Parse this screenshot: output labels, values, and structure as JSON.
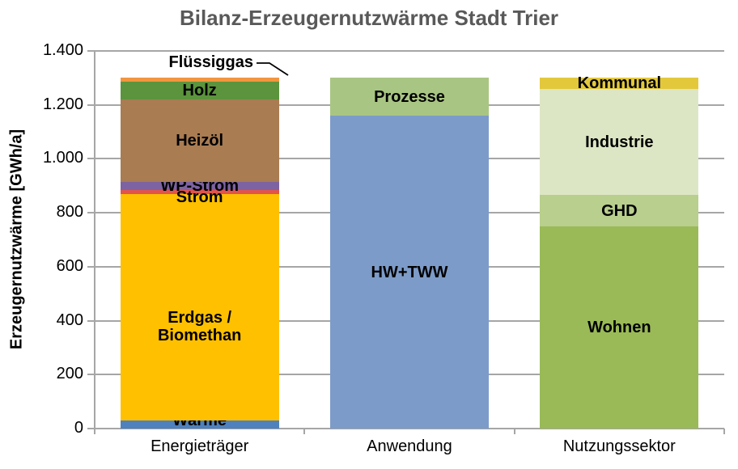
{
  "colors": {
    "background": "#FFFFFF",
    "title_text": "#595959",
    "axis_gray": "#A6A6A6",
    "label_text": "#000000"
  },
  "chart_data": {
    "type": "bar",
    "subtype": "stacked",
    "title": "Bilanz-Erzeugernutzwärme Stadt Trier",
    "ylabel": "Erzeugernutzwärme [GWh/a]",
    "xlabel": "",
    "unit": "GWh/a",
    "ylim": [
      0,
      1400
    ],
    "ytick_step": 200,
    "grid": true,
    "legend_position": "none (labels inside bars)",
    "yticks": [
      {
        "value": 0,
        "label": "0"
      },
      {
        "value": 200,
        "label": "200"
      },
      {
        "value": 400,
        "label": "400"
      },
      {
        "value": 600,
        "label": "600"
      },
      {
        "value": 800,
        "label": "800"
      },
      {
        "value": 1000,
        "label": "1.000"
      },
      {
        "value": 1200,
        "label": "1.200"
      },
      {
        "value": 1400,
        "label": "1.400"
      }
    ],
    "categories": [
      "Energieträger",
      "Anwendung",
      "Nutzungssektor"
    ],
    "bars": [
      {
        "category": "Energieträger",
        "total": 1300,
        "segments": [
          {
            "label": "Wärme",
            "value": 30,
            "color": "#4E81BD",
            "label_dy": -5
          },
          {
            "label": "Erdgas / Biomethan",
            "value": 840,
            "color": "#FFC000",
            "label_lines": [
              "Erdgas /",
              "Biomethan"
            ],
            "label_dy": 24
          },
          {
            "label": "Strom",
            "value": 15,
            "color": "#E2534D",
            "label_dy": 7
          },
          {
            "label": "WP-Strom",
            "value": 30,
            "color": "#7D63A1",
            "label_dy": 0
          },
          {
            "label": "Heizöl",
            "value": 305,
            "color": "#A97C52"
          },
          {
            "label": "Holz",
            "value": 65,
            "color": "#5B943C"
          },
          {
            "label": "Flüssiggas",
            "value": 15,
            "color": "#F2953F",
            "label_outside": true
          }
        ]
      },
      {
        "category": "Anwendung",
        "total": 1300,
        "segments": [
          {
            "label": "HW+TWW",
            "value": 1160,
            "color": "#7D9BC8"
          },
          {
            "label": "Prozesse",
            "value": 140,
            "color": "#A9C583"
          }
        ]
      },
      {
        "category": "Nutzungssektor",
        "total": 1300,
        "segments": [
          {
            "label": "Wohnen",
            "value": 750,
            "color": "#9ABA57"
          },
          {
            "label": "GHD",
            "value": 115,
            "color": "#B9CF8D"
          },
          {
            "label": "Industrie",
            "value": 395,
            "color": "#DDE6C4"
          },
          {
            "label": "Kommunal",
            "value": 40,
            "color": "#E3C83C"
          }
        ]
      }
    ],
    "callout": {
      "label": "Flüssiggas",
      "target_segment": "Flüssiggas"
    }
  }
}
